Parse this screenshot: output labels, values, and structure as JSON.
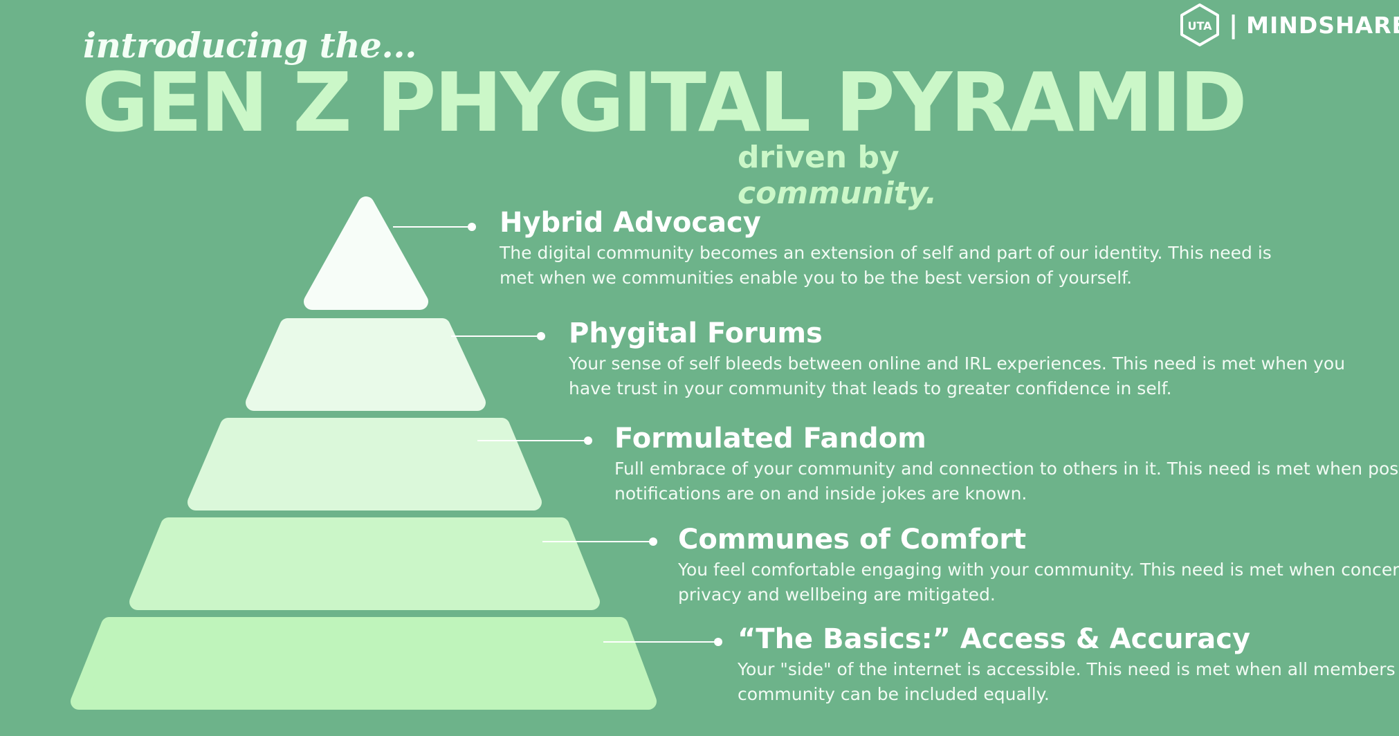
{
  "header": {
    "intro": "introducing the...",
    "title": "GEN Z PHYGITAL PYRAMID",
    "driven_line1": "driven by",
    "driven_line2": "community."
  },
  "brand": {
    "logo_text": "UTA",
    "separator": "|",
    "name": "MINDSHARE"
  },
  "colors": {
    "background": "#6db38a",
    "title": "#cbf7c8",
    "tier_1": "#f7fdf8",
    "tier_2": "#e9fae9",
    "tier_3": "#dbf8da",
    "tier_4": "#cbf6c8",
    "tier_5": "#bff4bb"
  },
  "levels": [
    {
      "title": "Hybrid Advocacy",
      "description": "The digital community becomes an extension of self and part of our identity. This need is met when we communities enable you to be the best version of yourself."
    },
    {
      "title": "Phygital Forums",
      "description": "Your sense of self bleeds between online and IRL experiences. This need is met when you have trust in your community that leads to greater confidence in self."
    },
    {
      "title": "Formulated Fandom",
      "description": "Full embrace of your community and connection to others in it. This need is met when post notifications are on and inside jokes are known."
    },
    {
      "title": "Communes of Comfort",
      "description": "You feel comfortable engaging with your community. This need is met when concerns over privacy and wellbeing are mitigated."
    },
    {
      "title": "“The Basics:” Access & Accuracy",
      "description": "Your \"side\" of the internet is accessible. This need is met when all members of your community can be included equally."
    }
  ]
}
